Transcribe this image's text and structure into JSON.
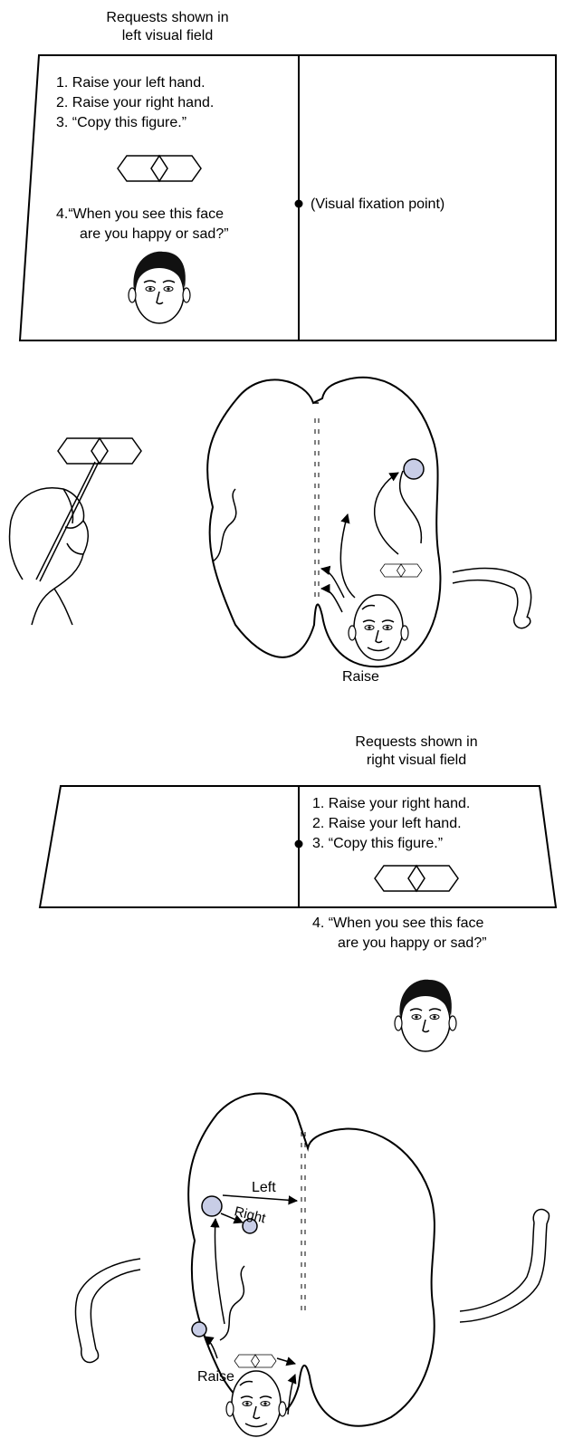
{
  "panel_top": {
    "caption_line1": "Requests shown in",
    "caption_line2": "left visual field",
    "requests": [
      "1. Raise your left hand.",
      "2. Raise your right hand.",
      "3. “Copy this figure.”"
    ],
    "q4_line1": "4.“When you see this face",
    "q4_line2": "are you happy or sad?”",
    "fixation_label": "(Visual fixation point)"
  },
  "brain_top": {
    "raise_label": "Raise"
  },
  "panel_bottom": {
    "caption_line1": "Requests shown in",
    "caption_line2": "right visual field",
    "requests": [
      "1. Raise your right hand.",
      "2. Raise your left hand.",
      "3. “Copy this figure.”"
    ],
    "q4_line1": "4. “When you see this face",
    "q4_line2": "are you happy or sad?”"
  },
  "brain_bottom": {
    "left_label": "Left",
    "right_label": "Right",
    "raise_label": "Raise"
  },
  "colors": {
    "circle_fill": "#c8cde6",
    "hair": "#111111",
    "line": "#000000"
  }
}
